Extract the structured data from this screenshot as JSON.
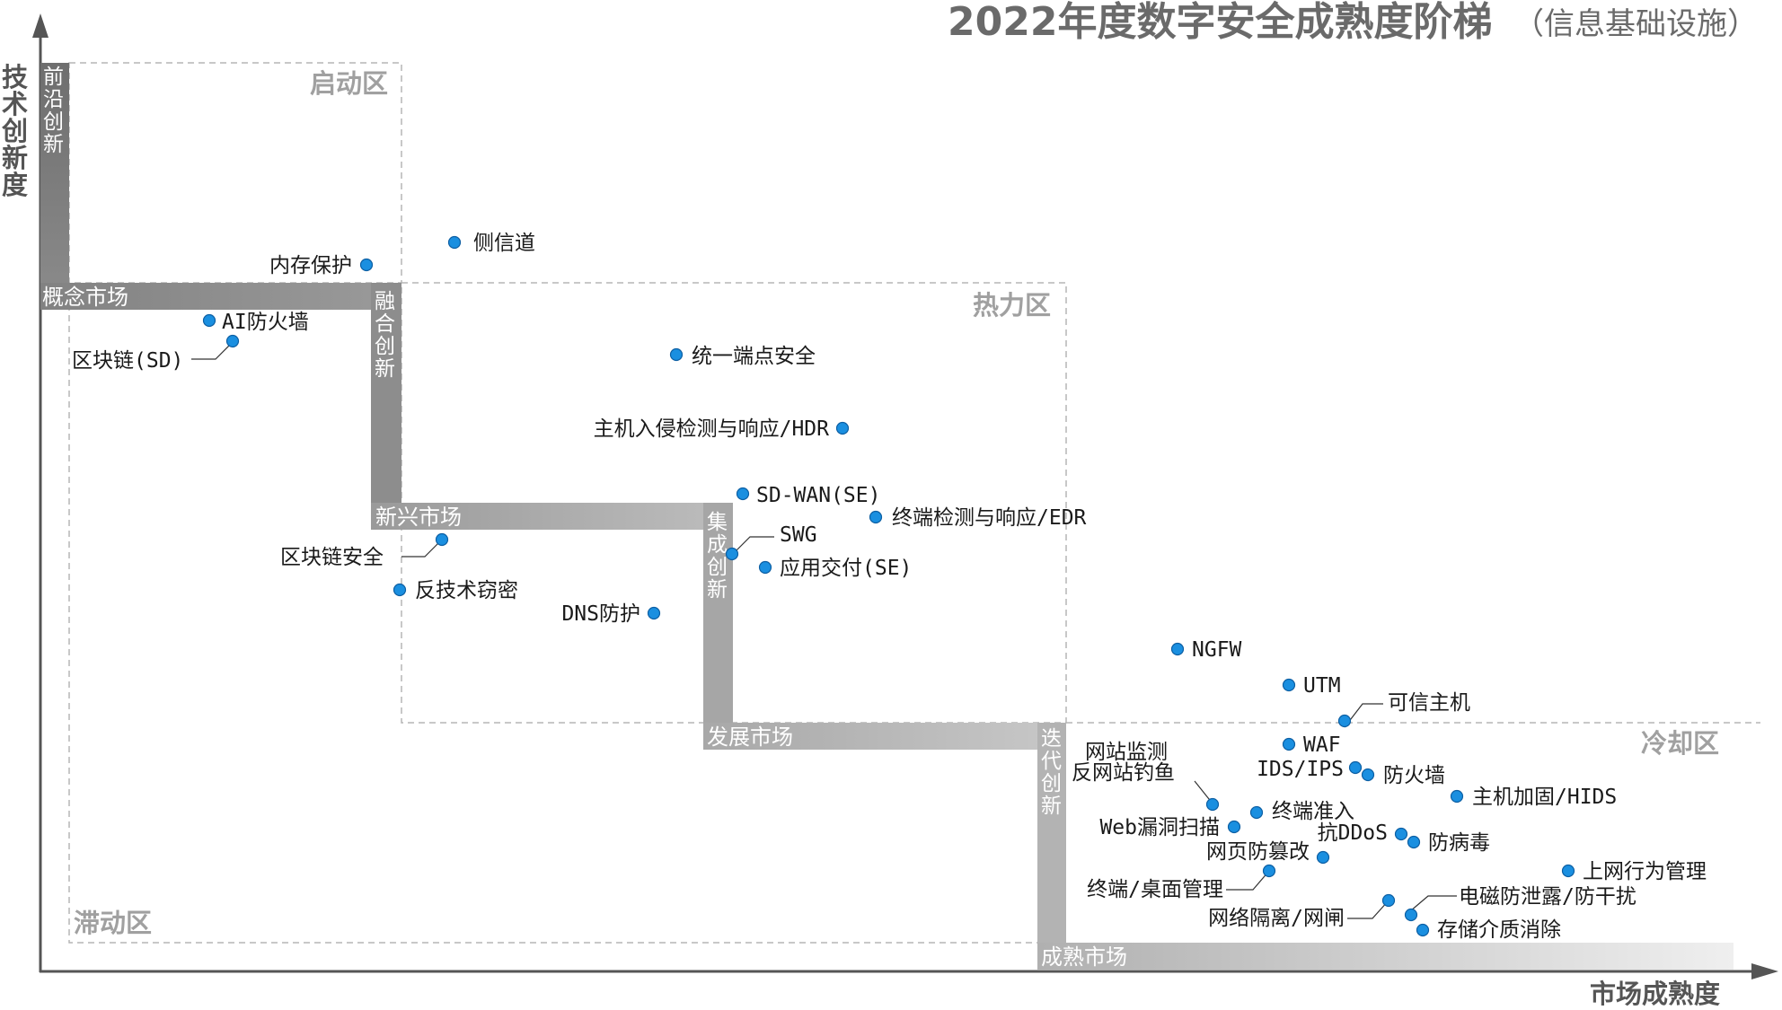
{
  "title": "2022年度数字安全成熟度阶梯",
  "subtitle": "（信息基础设施）",
  "axes": {
    "y_label": "技术创新度",
    "x_label": "市场成熟度"
  },
  "zones": {
    "launch": "启动区",
    "hot": "热力区",
    "cooling": "冷却区",
    "stagnant": "滞动区"
  },
  "stairs": {
    "frontier": "前沿创新",
    "concept_market": "概念市场",
    "fusion": "融合创新",
    "emerging_market": "新兴市场",
    "integration": "集成创新",
    "developing_market": "发展市场",
    "iterative": "迭代创新",
    "mature_market": "成熟市场"
  },
  "colors": {
    "dot": "#1a8fe0",
    "stair_dark": "#7d7d7d",
    "stair_light": "#e6e6e6",
    "zone_border": "#b5b5b5"
  },
  "items": {
    "memory_protection": "内存保护",
    "side_channel": "侧信道",
    "ai_firewall": "AI防火墙",
    "blockchain_sd": "区块链(SD)",
    "unified_endpoint": "统一端点安全",
    "hdr": "主机入侵检测与响应/HDR",
    "sdwan": "SD-WAN(SE)",
    "edr": "终端检测与响应/EDR",
    "swg": "SWG",
    "app_delivery": "应用交付(SE)",
    "blockchain_security": "区块链安全",
    "anti_forensics": "反技术窃密",
    "dns_protection": "DNS防护",
    "ngfw": "NGFW",
    "utm": "UTM",
    "trusted_host": "可信主机",
    "waf": "WAF",
    "ids_ips": "IDS/IPS",
    "firewall": "防火墙",
    "host_hardening": "主机加固/HIDS",
    "website_monitoring": "网站监测",
    "anti_phishing": "反网站钓鱼",
    "endpoint_admission": "终端准入",
    "web_vuln_scan": "Web漏洞扫描",
    "anti_ddos": "抗DDoS",
    "antivirus": "防病毒",
    "anti_tamper": "网页防篡改",
    "online_behavior": "上网行为管理",
    "desktop_mgmt": "终端/桌面管理",
    "em_leakage": "电磁防泄露/防干扰",
    "network_isolation": "网络隔离/网闸",
    "media_erasure": "存储介质消除"
  }
}
